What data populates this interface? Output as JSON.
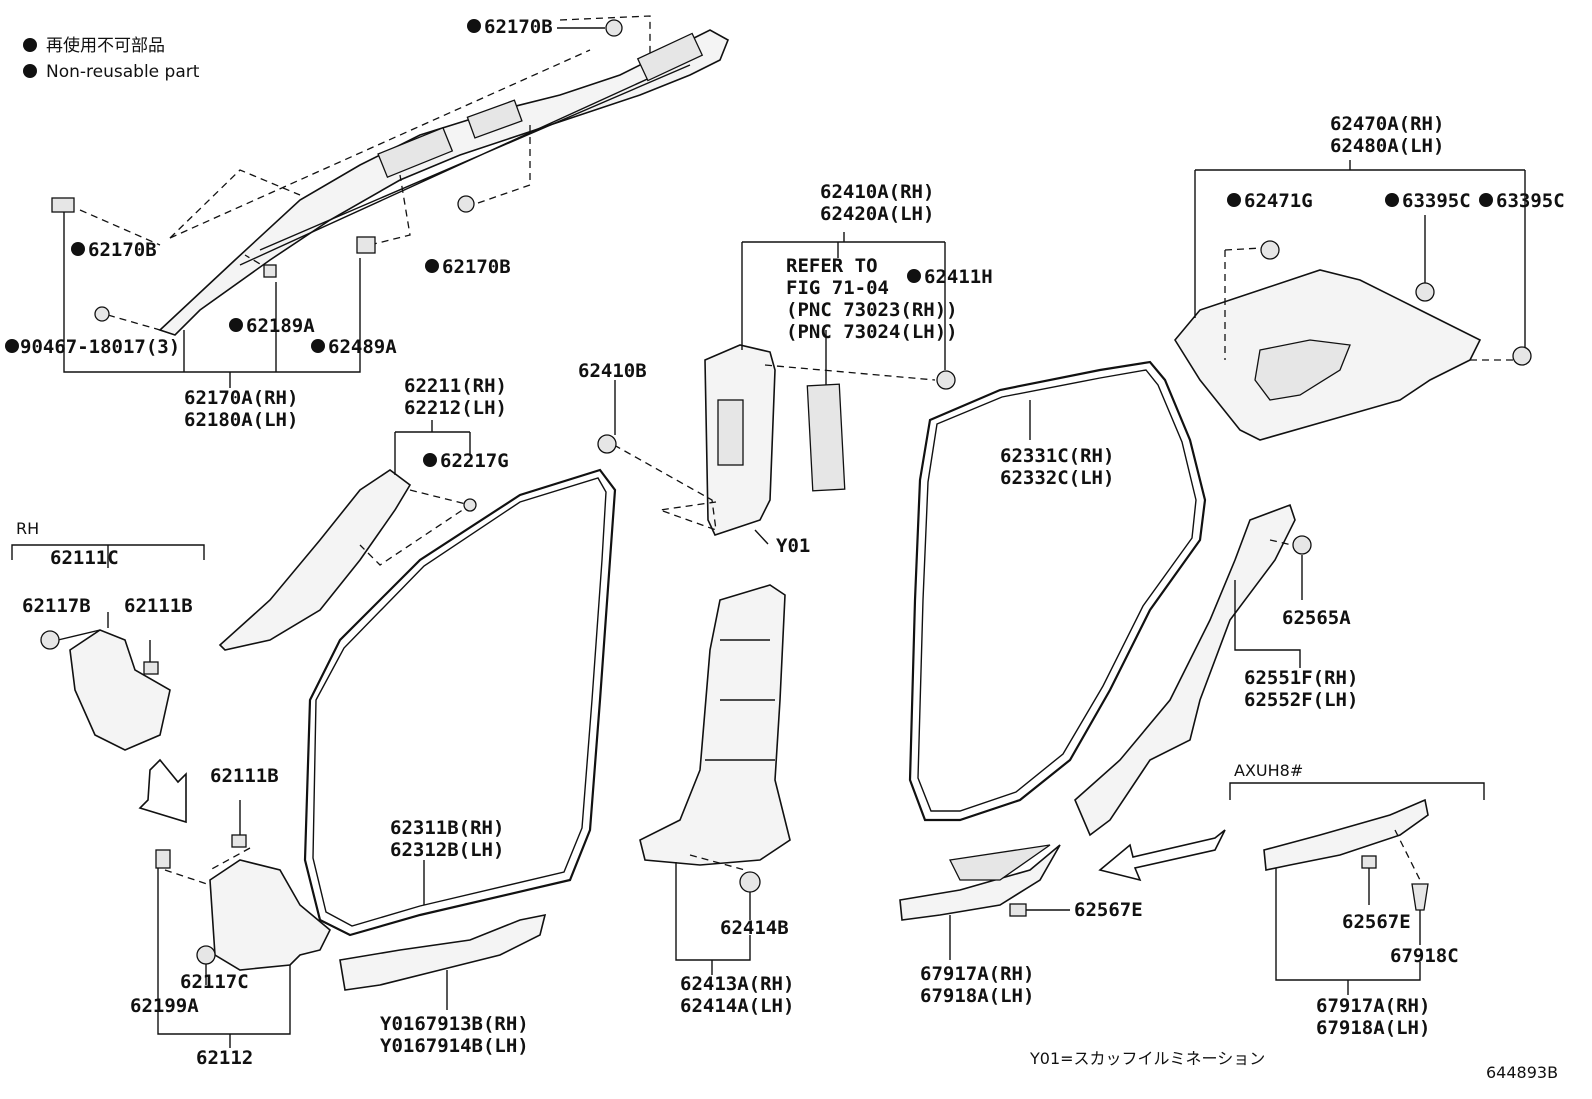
{
  "legend": {
    "line1": "再使用不可部品",
    "line2": "Non-reusable part"
  },
  "labels": {
    "p62170B_top": "62170B",
    "p62170B_left": "62170B",
    "p62170B_right": "62170B",
    "p90467": "90467-18017(3)",
    "p62189A": "62189A",
    "p62489A": "62489A",
    "p62170A_rh": "62170A(RH)",
    "p62180A_lh": "62180A(LH)",
    "p62410A_rh": "62410A(RH)",
    "p62420A_lh": "62420A(LH)",
    "refer1": "REFER TO",
    "refer2": "FIG 71-04",
    "refer3": "(PNC 73023(RH))",
    "refer4": "(PNC 73024(LH))",
    "p62411H": "62411H",
    "p62410B": "62410B",
    "y01": "Y01",
    "p62470A_rh": "62470A(RH)",
    "p62480A_lh": "62480A(LH)",
    "p62471G": "62471G",
    "p63395C_a": "63395C",
    "p63395C_b": "63395C",
    "p62211_rh": "62211(RH)",
    "p62212_lh": "62212(LH)",
    "p62217G": "62217G",
    "rh": "RH",
    "p62111C": "62111C",
    "p62117B": "62117B",
    "p62111B_a": "62111B",
    "p62111B_b": "62111B",
    "p62331C_rh": "62331C(RH)",
    "p62332C_lh": "62332C(LH)",
    "p62565A": "62565A",
    "p62551F_rh": "62551F(RH)",
    "p62552F_lh": "62552F(LH)",
    "p62311B_rh": "62311B(RH)",
    "p62312B_lh": "62312B(LH)",
    "p62117C": "62117C",
    "p62199A": "62199A",
    "p62112": "62112",
    "y0167913": "Y0167913B(RH)",
    "y0167914": "Y0167914B(LH)",
    "p62414B": "62414B",
    "p62413A_rh": "62413A(RH)",
    "p62414A_lh": "62414A(LH)",
    "p62567E_a": "62567E",
    "p67917A_rh_a": "67917A(RH)",
    "p67918A_lh_a": "67918A(LH)",
    "axuh": "AXUH8#",
    "p62567E_b": "62567E",
    "p67918C": "67918C",
    "p67917A_rh_b": "67917A(RH)",
    "p67918A_lh_b": "67918A(LH)",
    "y01_note": "Y01=スカッフイルミネーション",
    "figno": "644893B"
  }
}
